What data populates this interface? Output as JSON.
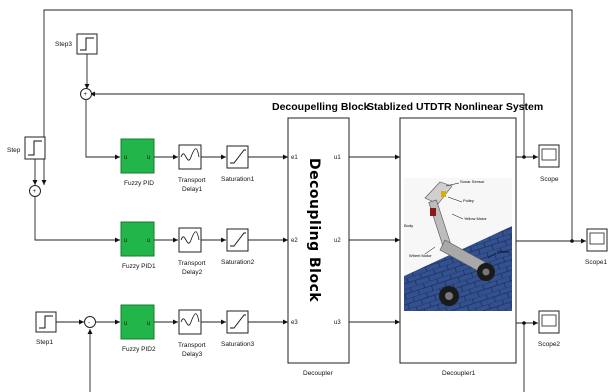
{
  "headers": {
    "decoupling": "Decoupelling Block",
    "system": "Stablized UTDTR Nonlinear System"
  },
  "steps": {
    "step": "Step",
    "step1": "Step1",
    "step3": "Step3"
  },
  "controllers": [
    {
      "name": "Fuzzy PID",
      "port_in": "u",
      "port_out": "u"
    },
    {
      "name": "Fuzzy PID1",
      "port_in": "u",
      "port_out": "u"
    },
    {
      "name": "Fuzzy PID2",
      "port_in": "u",
      "port_out": "u"
    }
  ],
  "delays": [
    {
      "line1": "Transport",
      "line2": "Delay1"
    },
    {
      "line1": "Transport",
      "line2": "Delay2"
    },
    {
      "line1": "Transport",
      "line2": "Delay3"
    }
  ],
  "saturations": [
    "Saturation1",
    "Saturation2",
    "Saturation3"
  ],
  "decoupler": {
    "label": "Decoupler",
    "title": "Decoupling Block",
    "inputs": [
      "e1",
      "e2",
      "e3"
    ],
    "outputs": [
      "u1",
      "u2",
      "u3"
    ]
  },
  "plant": {
    "label": "Decoupler1",
    "annotations": [
      "Sonar Sensor",
      "Pulley",
      "Yellow Motor",
      "Body",
      "Wheel Motor",
      "Wheel"
    ]
  },
  "scopes": [
    "Scope",
    "Scope1",
    "Scope2"
  ],
  "sum_signs": {
    "top": "+",
    "mid": "+",
    "bottom": "-"
  },
  "colors": {
    "fuzzy_green": "#22b54a",
    "wall_blue": "#2f4a8c",
    "wire": "#222222"
  }
}
